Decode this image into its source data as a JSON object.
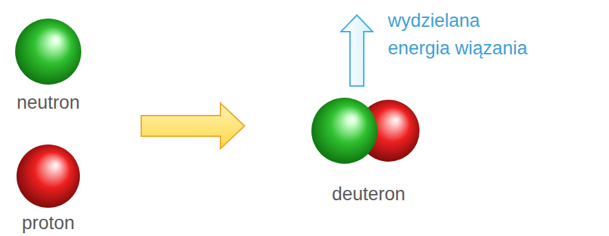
{
  "diagram": {
    "nodes": [
      {
        "text": [
          "neutron"
        ]
      },
      {
        "text": [
          "proton"
        ]
      },
      {
        "text": [
          "deuteron"
        ]
      }
    ],
    "labels": [
      "wydzielana energia wiązania"
    ]
  }
}
